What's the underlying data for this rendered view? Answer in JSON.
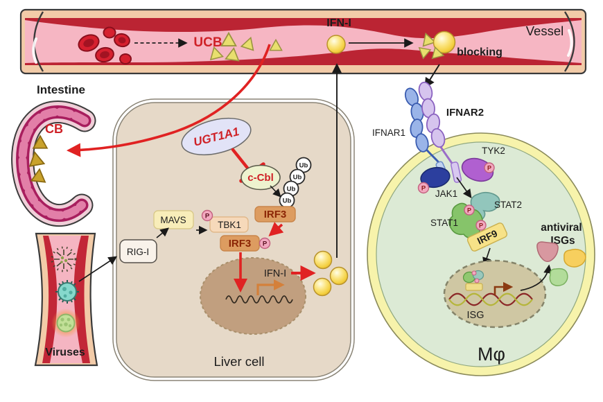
{
  "badges": {
    "phospho": "P",
    "ubiquitin": "Ub"
  },
  "vessel": {
    "name_label": "Vessel",
    "ucb_label": "UCB",
    "ifn_label": "IFN-I",
    "blocking_label": "blocking"
  },
  "intestine": {
    "title": "Intestine",
    "cb_label": "CB"
  },
  "liver_cell": {
    "label": "Liver cell",
    "ugt1a1": "UGT1A1",
    "c_cbl": "c-Cbl",
    "irf3_upper": "IRF3",
    "irf3_lower": "IRF3",
    "tbk1": "TBK1",
    "mavs": "MAVS",
    "rig_i": "RIG-I",
    "ifn_label": "IFN-I"
  },
  "virus_vessel": {
    "label": "Viruses"
  },
  "macrophage": {
    "label": "Mφ",
    "ifnar1_label": "IFNAR1",
    "ifnar2_label": "IFNAR2",
    "tyk2_label": "TYK2",
    "jak1_label": "JAK1",
    "stat1_label": "STAT1",
    "stat2_label": "STAT2",
    "irf9_label": "IRF9",
    "antiviral_line1": "antiviral",
    "antiviral_line2": "ISGs",
    "isg_label": "ISG"
  },
  "colors": {
    "red_accent": "#e02222",
    "label_red": "#cf2127",
    "vessel_pink": "#f6b6c3",
    "vessel_dark_red": "#bb2433",
    "vessel_wall": "#f2cba8",
    "liver_fill": "#e6d9c8",
    "macrophage_fill": "#dcead5",
    "membrane_yellow": "#f7f3ab",
    "ifn_gold": "#f3cf3f",
    "ucb_triangle": "#e8df6e",
    "cb_triangle": "#c9a22c"
  }
}
